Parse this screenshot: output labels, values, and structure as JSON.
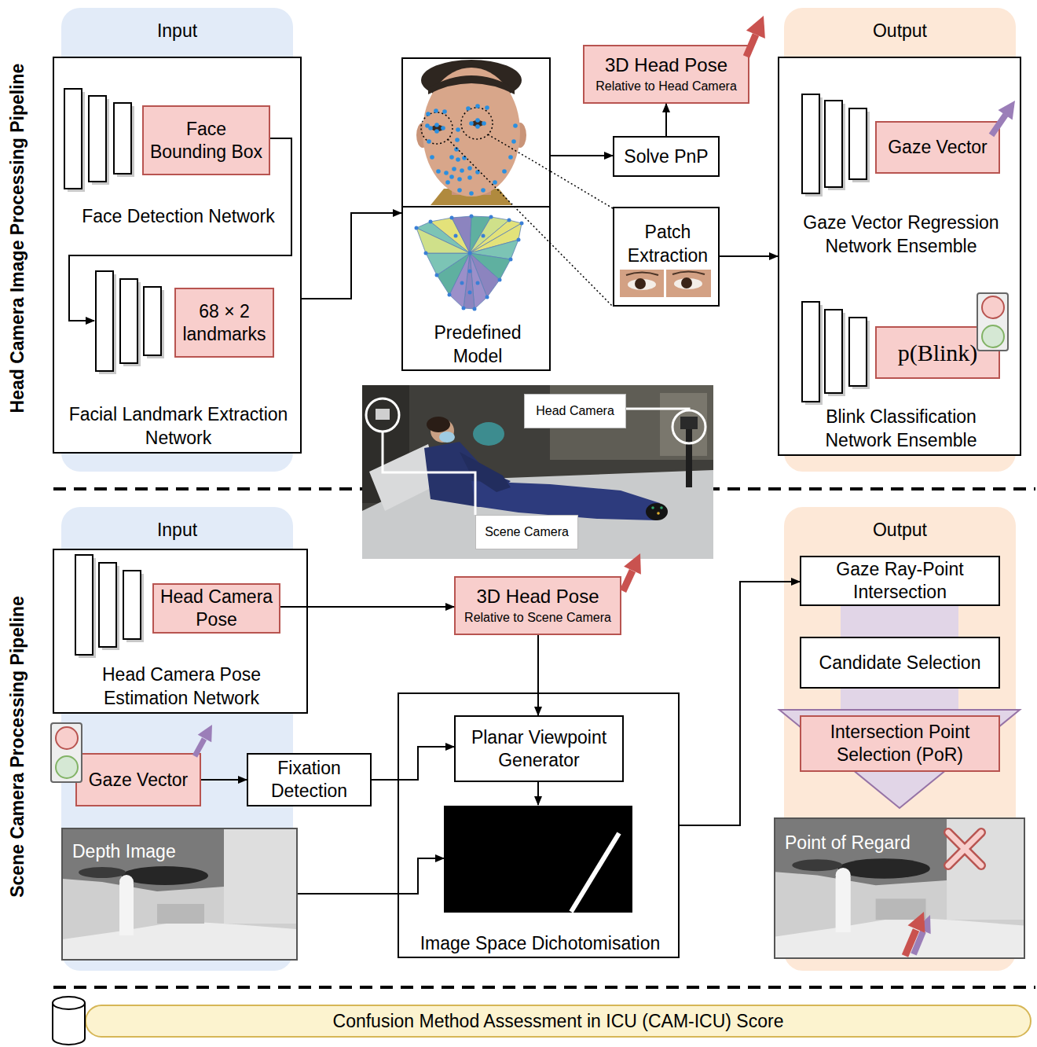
{
  "diagram": {
    "nodes": [
      {
        "text": [
          "Input"
        ]
      },
      {
        "text": [
          "Face Detection Network",
          "Facial Landmark Extraction Network"
        ],
        "in": 0
      },
      {
        "text": [
          "Face Bounding Box"
        ],
        "in": 1
      },
      {
        "text": [
          "68 × 2 landmarks"
        ],
        "in": 1
      },
      {
        "text": [
          "Predefined Model"
        ]
      },
      {
        "text": [
          "3D Head Pose",
          "Relative to Head Camera"
        ]
      },
      {
        "text": [
          "Solve PnP"
        ]
      },
      {
        "text": [
          "Patch Extraction"
        ]
      },
      {
        "text": [
          "Output"
        ]
      },
      {
        "text": [
          "Gaze Vector Regression Network Ensemble",
          "Blink Classification Network Ensemble"
        ],
        "in": 8
      },
      {
        "text": [
          "Gaze Vector"
        ],
        "in": 9
      },
      {
        "text": [
          "p(Blink)"
        ],
        "in": 9
      },
      {
        "text": [
          "Head Camera"
        ]
      },
      {
        "text": [
          "Scene Camera"
        ]
      },
      {
        "text": [
          "Input"
        ]
      },
      {
        "text": [
          "Head Camera Pose Estimation Network"
        ],
        "in": 14
      },
      {
        "text": [
          "Head Camera Pose"
        ],
        "in": 15
      },
      {
        "text": [
          "Gaze Vector"
        ],
        "in": 14
      },
      {
        "text": [
          "Depth Image"
        ],
        "in": 14
      },
      {
        "text": [
          "Fixation Detection"
        ]
      },
      {
        "text": [
          "3D Head Pose",
          "Relative to Scene Camera"
        ]
      },
      {
        "text": [
          "Image Space Dichotomisation"
        ]
      },
      {
        "text": [
          "Planar Viewpoint Generator"
        ],
        "in": 21
      },
      {
        "text": [
          "Output"
        ]
      },
      {
        "text": [
          "Gaze Ray-Point Intersection"
        ],
        "in": 23
      },
      {
        "text": [
          "Candidate Selection"
        ],
        "in": 23
      },
      {
        "text": [
          "Intersection Point Selection (PoR)"
        ],
        "in": 23
      },
      {
        "text": [
          "Point of Regard"
        ],
        "in": 23
      },
      {
        "text": [
          "Confusion Method Assessment in ICU (CAM-ICU) Score"
        ]
      }
    ],
    "edges": [
      {
        "from": 2,
        "to": 3,
        "arrow": "to"
      },
      {
        "from": 1,
        "to": 4,
        "arrow": "to"
      },
      {
        "from": 4,
        "to": 6,
        "arrow": "to"
      },
      {
        "from": 6,
        "to": 5,
        "arrow": "to"
      },
      {
        "from": 4,
        "to": 7,
        "arrow": "none"
      },
      {
        "from": 7,
        "to": 9,
        "arrow": "to"
      },
      {
        "from": 16,
        "to": 20,
        "arrow": "to"
      },
      {
        "from": 17,
        "to": 19,
        "arrow": "to"
      },
      {
        "from": 19,
        "to": 22,
        "arrow": "to"
      },
      {
        "from": 20,
        "to": 22,
        "arrow": "to"
      },
      {
        "from": 18,
        "to": 21,
        "arrow": "to"
      },
      {
        "from": 21,
        "to": 24,
        "arrow": "to"
      }
    ],
    "labels": [
      "Head Camera Image Processing Pipeline",
      "Scene Camera Processing Pipeline"
    ]
  }
}
